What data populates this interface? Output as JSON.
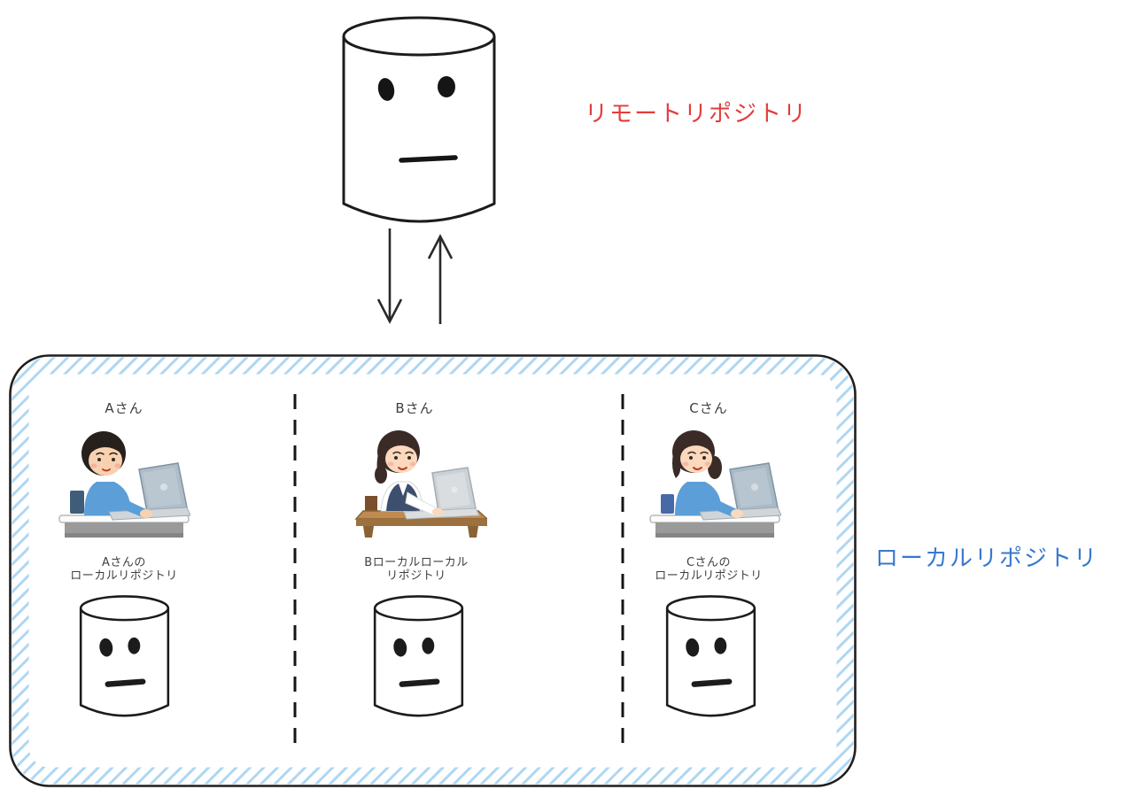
{
  "diagram": {
    "remote": {
      "label": "リモートリポジトリ",
      "color": "#e23d3b"
    },
    "local": {
      "label": "ローカルリポジトリ",
      "color": "#3779cf"
    },
    "hatch_color": "#aed7f2",
    "icons": {
      "remote_repo": "database-cylinder-with-face",
      "local_repo": "database-cylinder-with-face",
      "transfer_down": "arrow-down",
      "transfer_up": "arrow-up"
    },
    "columns": [
      {
        "person": "Aさん",
        "repo_line1": "Aさんの",
        "repo_line2": "ローカルリポジトリ"
      },
      {
        "person": "Bさん",
        "repo_line1": "Bローカルローカル",
        "repo_line2": "リポジトリ"
      },
      {
        "person": "Cさん",
        "repo_line1": "Cさんの",
        "repo_line2": "ローカルリポジトリ"
      }
    ]
  }
}
